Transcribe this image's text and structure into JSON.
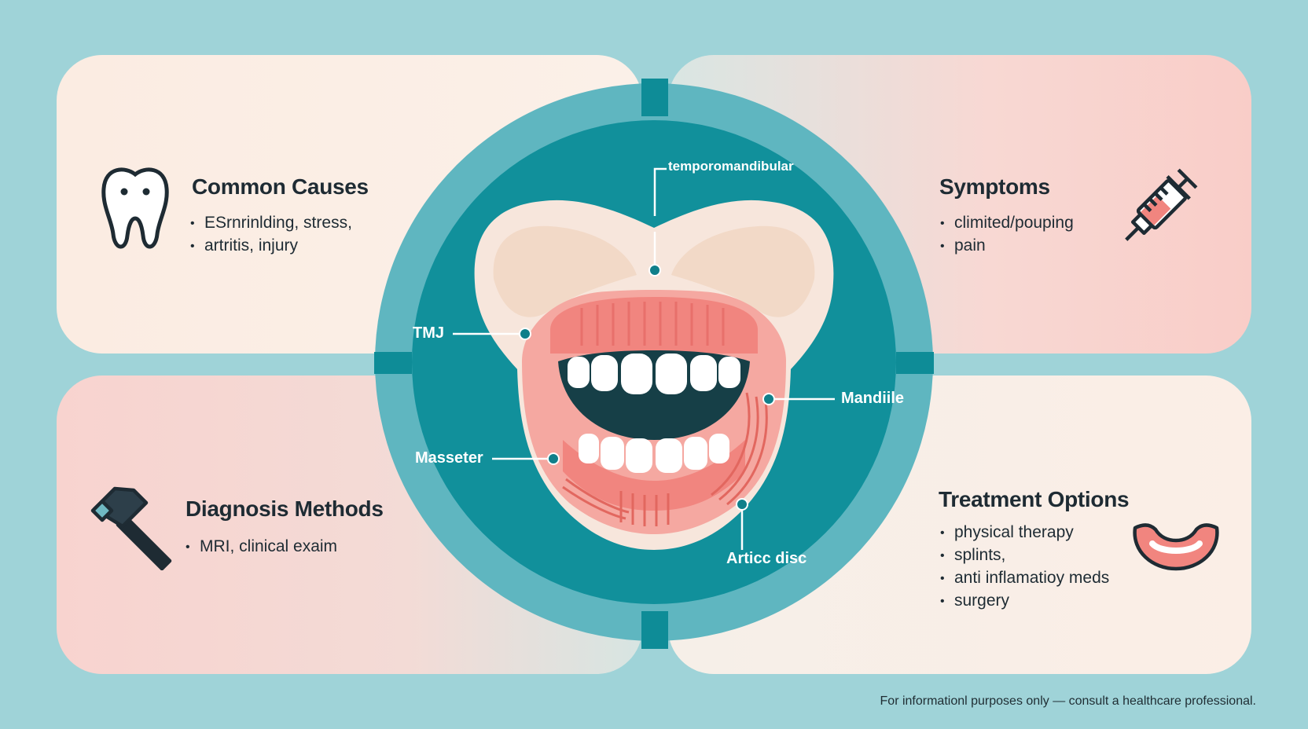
{
  "colors": {
    "background": "#9fd3d8",
    "ring": "#5fb6c0",
    "inner_circle": "#11909b",
    "gum": "#f1857f",
    "bone": "#f2d9c7",
    "outline": "#f7e6dc",
    "text_dark": "#1e2b33",
    "label_white": "#ffffff"
  },
  "cards": {
    "causes": {
      "title": "Common Causes",
      "icon": "tooth-icon",
      "bullets": [
        "ESrnrinlding, stress,",
        "artritis, injury"
      ]
    },
    "symptoms": {
      "title": "Symptoms",
      "icon": "syringe-icon",
      "bullets": [
        "climited/pouping",
        "pain"
      ]
    },
    "diagnosis": {
      "title": "Diagnosis Methods",
      "icon": "hammer-icon",
      "bullets": [
        "MRI, clinical exaim"
      ]
    },
    "treatment": {
      "title": "Treatment Options",
      "icon": "mouthguard-icon",
      "bullets": [
        "physical therapy",
        "splints,",
        "anti inflamatioy meds",
        "surgery"
      ]
    }
  },
  "diagram": {
    "labels": {
      "temporomandibular": "temporomandibular",
      "tmj": "TMJ",
      "mandible": "Mandiile",
      "masseter": "Masseter",
      "disc": "Articc disc"
    }
  },
  "footer": {
    "note": "For informationl purposes only — consult a healthcare professional."
  }
}
